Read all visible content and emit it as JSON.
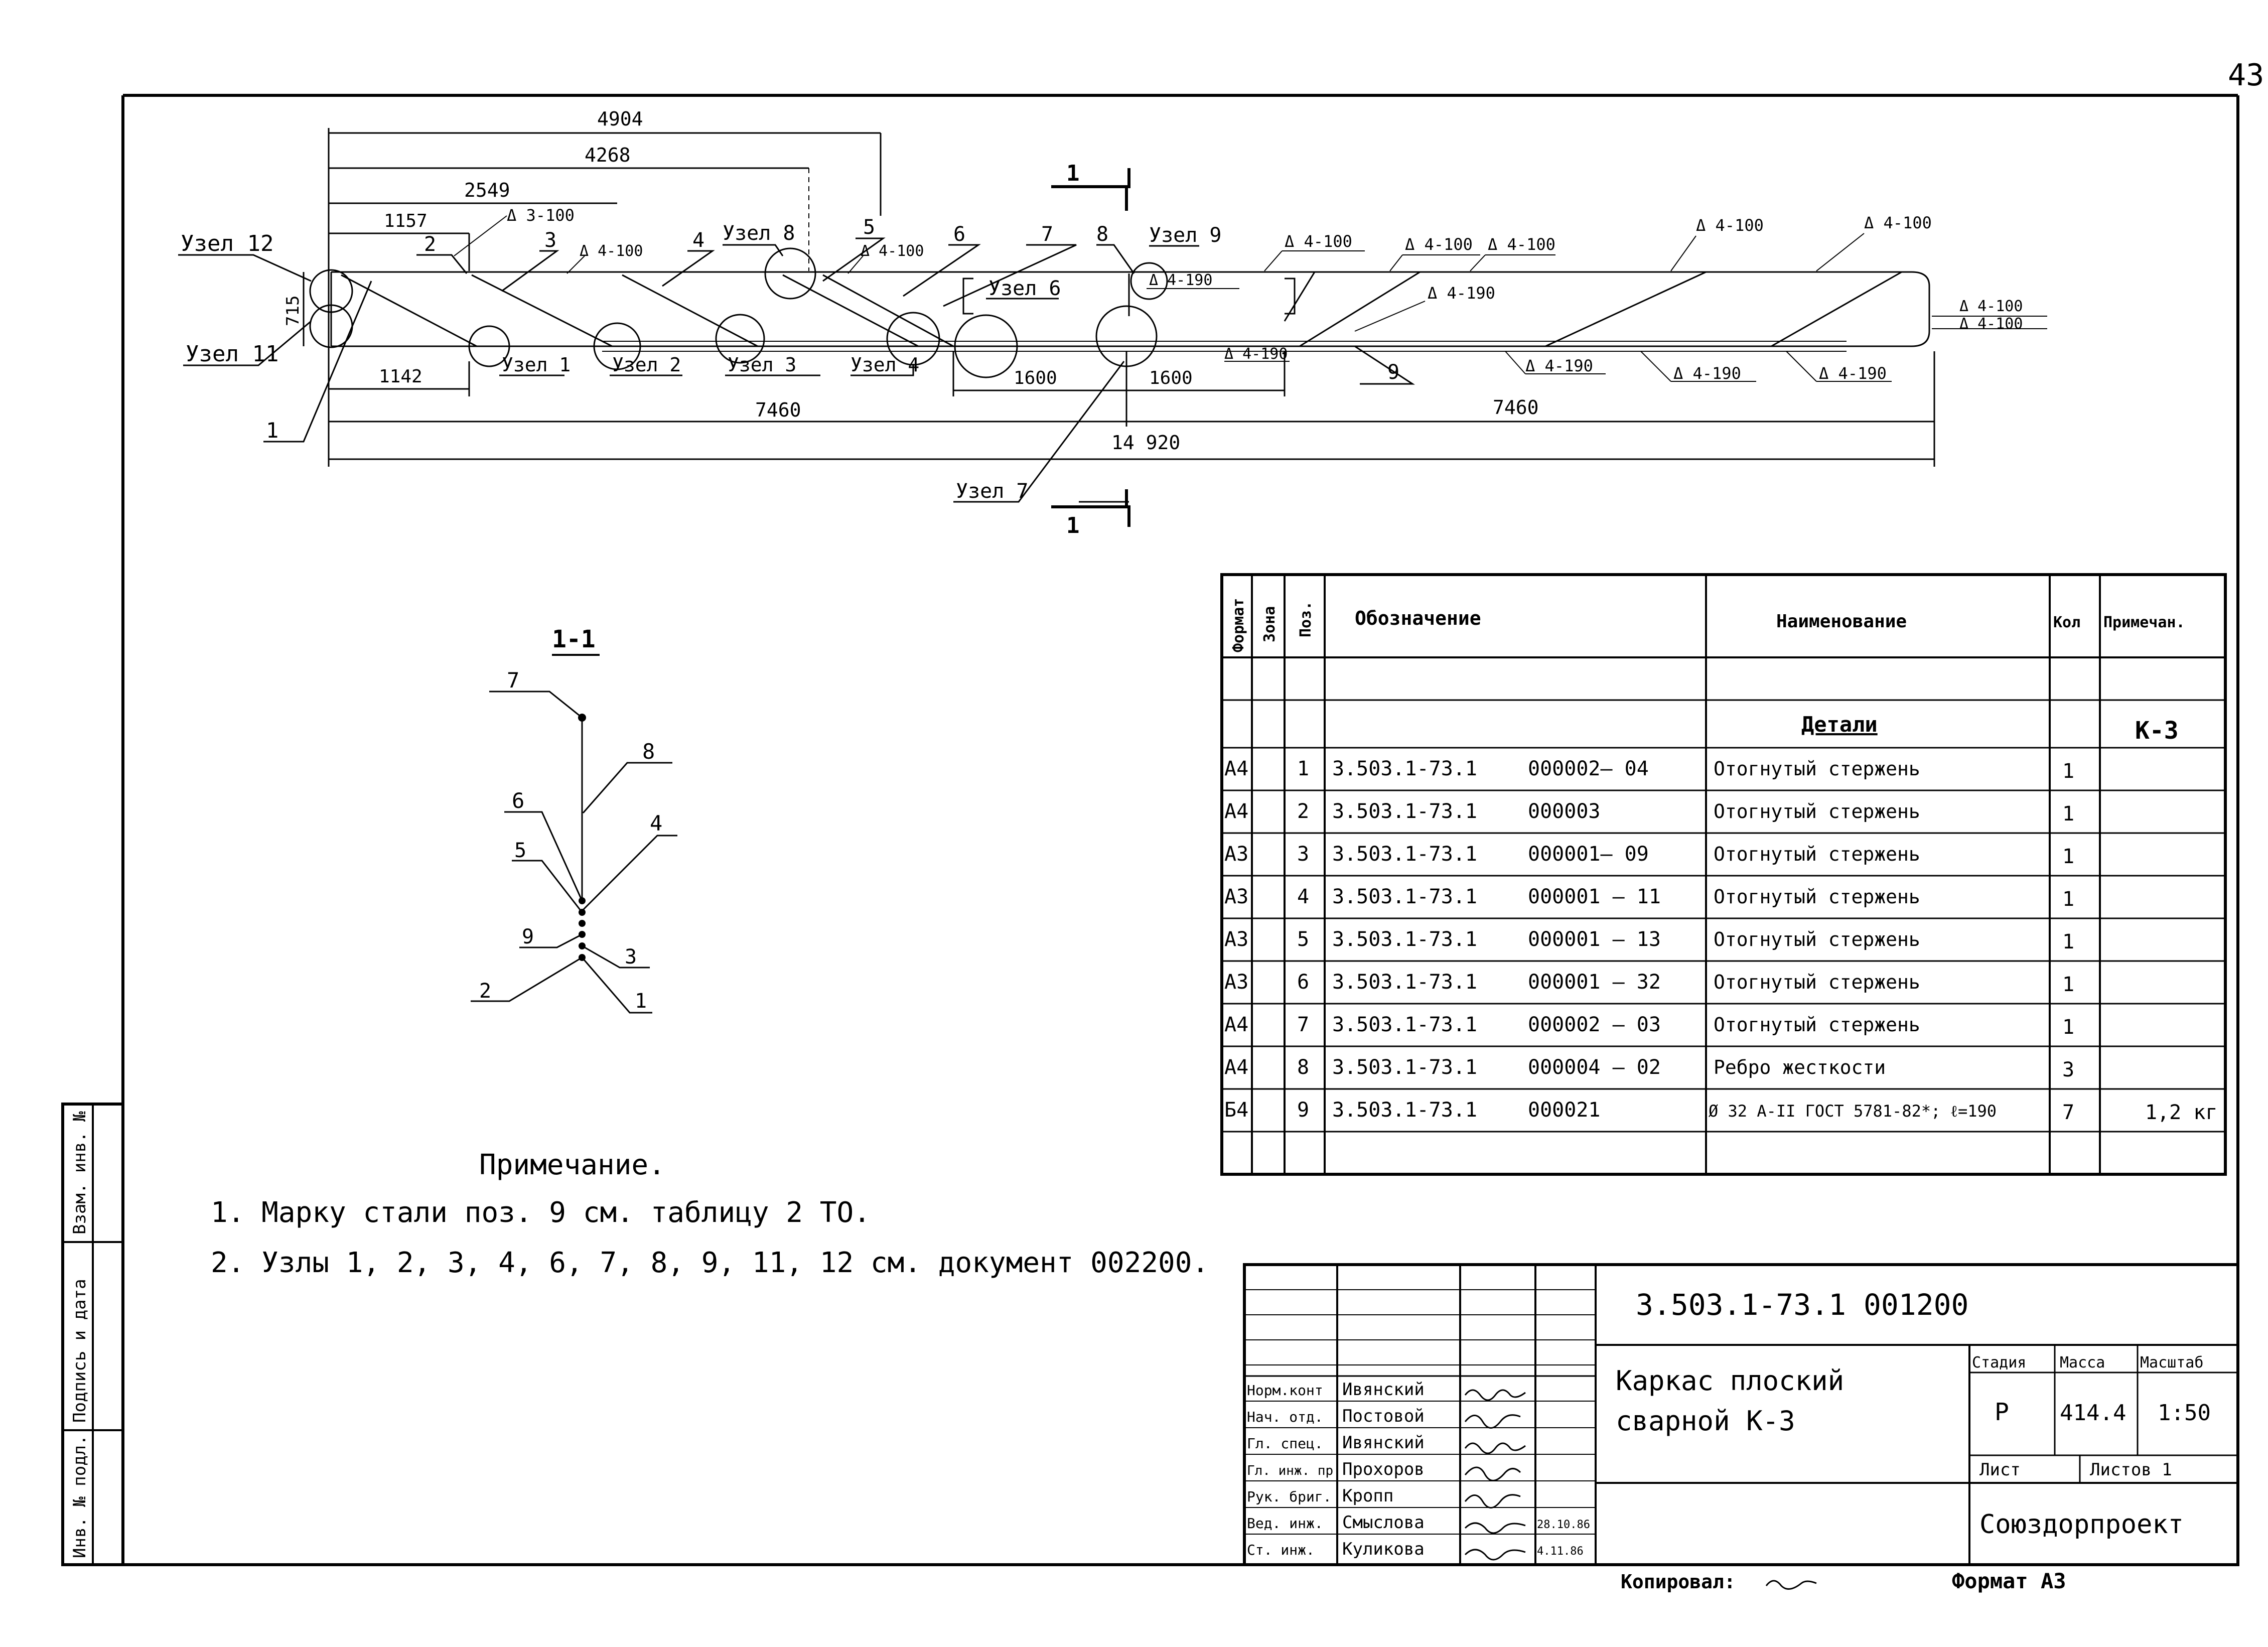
{
  "sheet_number": "43",
  "elevation": {
    "nodes": {
      "n12": "Узел 12",
      "n11": "Узел 11",
      "n1": "Узел 1",
      "n2": "Узел 2",
      "n3": "Узел 3",
      "n4": "Узел 4",
      "n6": "Узел 6",
      "n7": "Узел 7",
      "n8": "Узел 8",
      "n9": "Узел 9"
    },
    "dimensions": {
      "d4904": "4904",
      "d4268": "4268",
      "d2549": "2549",
      "d1157": "1157",
      "d715": "715",
      "d1142": "1142",
      "d1600a": "1600",
      "d1600b": "1600",
      "d7460a": "7460",
      "d7460b": "7460",
      "d14920": "14 920"
    },
    "welds": {
      "w1": "Δ 3-100",
      "w2": "Δ 4-100",
      "w3": "Δ 4-100",
      "w4": "Δ 4-190",
      "w5": "Δ 4-190",
      "w6": "Δ 4-100",
      "w7": "Δ 4-100",
      "w8": "Δ 4-100",
      "w9": "Δ 4-190",
      "w10": "Δ 4-100",
      "w11": "Δ 4-100",
      "w12": "Δ 4-100",
      "w13": "Δ 4-100",
      "w14": "Δ 4-190",
      "w15": "Δ 4-190",
      "w16": "Δ 4-190"
    },
    "positions": {
      "p1": "1",
      "p2": "2",
      "p3": "3",
      "p4": "4",
      "p5": "5",
      "p6": "6",
      "p7": "7",
      "p8": "8",
      "p9": "9"
    },
    "section_mark": "1"
  },
  "section": {
    "title": "1-1",
    "labels": {
      "l7": "7",
      "l8": "8",
      "l6": "6",
      "l4": "4",
      "l5": "5",
      "l9": "9",
      "l3": "3",
      "l2": "2",
      "l1": "1"
    }
  },
  "notes": {
    "title": "Примечание.",
    "line1": "1. Марку стали поз. 9 см. таблицу 2 ТО.",
    "line2": "2. Узлы 1, 2, 3, 4, 6, 7, 8, 9, 11, 12 см. документ 002200."
  },
  "spec": {
    "headers": {
      "format": "Формат",
      "zone": "Зона",
      "pos": "Поз.",
      "designation": "Обозначение",
      "name": "Наименование",
      "qty": "Кол",
      "note": "Примечан."
    },
    "section_title": "Детали",
    "section_note": "К-3",
    "rows": [
      {
        "format": "А4",
        "pos": "1",
        "doc": "3.503.1-73.1",
        "code": "000002— 04",
        "name": "Отогнутый стержень",
        "qty": "1",
        "note": ""
      },
      {
        "format": "А4",
        "pos": "2",
        "doc": "3.503.1-73.1",
        "code": "000003",
        "name": "Отогнутый стержень",
        "qty": "1",
        "note": ""
      },
      {
        "format": "А3",
        "pos": "3",
        "doc": "3.503.1-73.1",
        "code": "000001— 09",
        "name": "Отогнутый стержень",
        "qty": "1",
        "note": ""
      },
      {
        "format": "А3",
        "pos": "4",
        "doc": "3.503.1-73.1",
        "code": "000001 — 11",
        "name": "Отогнутый стержень",
        "qty": "1",
        "note": ""
      },
      {
        "format": "А3",
        "pos": "5",
        "doc": "3.503.1-73.1",
        "code": "000001 — 13",
        "name": "Отогнутый стержень",
        "qty": "1",
        "note": ""
      },
      {
        "format": "А3",
        "pos": "6",
        "doc": "3.503.1-73.1",
        "code": "000001 — 32",
        "name": "Отогнутый стержень",
        "qty": "1",
        "note": ""
      },
      {
        "format": "А4",
        "pos": "7",
        "doc": "3.503.1-73.1",
        "code": "000002 — 03",
        "name": "Отогнутый стержень",
        "qty": "1",
        "note": ""
      },
      {
        "format": "А4",
        "pos": "8",
        "doc": "3.503.1-73.1",
        "code": "000004 — 02",
        "name": "Ребро жесткости",
        "qty": "3",
        "note": ""
      },
      {
        "format": "Б4",
        "pos": "9",
        "doc": "3.503.1-73.1",
        "code": "000021",
        "name": "Ø 32 А-II ГОСТ 5781-82*; ℓ=190",
        "qty": "7",
        "note": "1,2 кг"
      }
    ]
  },
  "title_block": {
    "doc_number": "3.503.1-73.1   001200",
    "title_line1": "Каркас   плоский",
    "title_line2": "сварной   К-3",
    "stage_h": "Стадия",
    "mass_h": "Масса",
    "scale_h": "Масштаб",
    "stage": "Р",
    "mass": "414.4",
    "scale": "1:50",
    "sheet_h": "Лист",
    "sheets_h": "Листов 1",
    "org": "Союздорпроект",
    "roles": [
      {
        "role": "Норм.конт",
        "name": "Ивянский",
        "date": ""
      },
      {
        "role": "Нач. отд.",
        "name": "Постовой",
        "date": ""
      },
      {
        "role": "Гл. спец.",
        "name": "Ивянский",
        "date": ""
      },
      {
        "role": "Гл. инж. пр.",
        "name": "Прохоров",
        "date": ""
      },
      {
        "role": "Рук. бриг.",
        "name": "Кропп",
        "date": ""
      },
      {
        "role": "Вед. инж.",
        "name": "Смыслова",
        "date": "28.10.86"
      },
      {
        "role": "Ст. инж.",
        "name": "Куликова",
        "date": "4.11.86"
      }
    ],
    "copied": "Копировал:",
    "format": "Формат  А3"
  },
  "side_stamp": {
    "inv": "Инв. № подл.",
    "sign": "Подпись и дата",
    "repl": "Взам. инв. №"
  }
}
